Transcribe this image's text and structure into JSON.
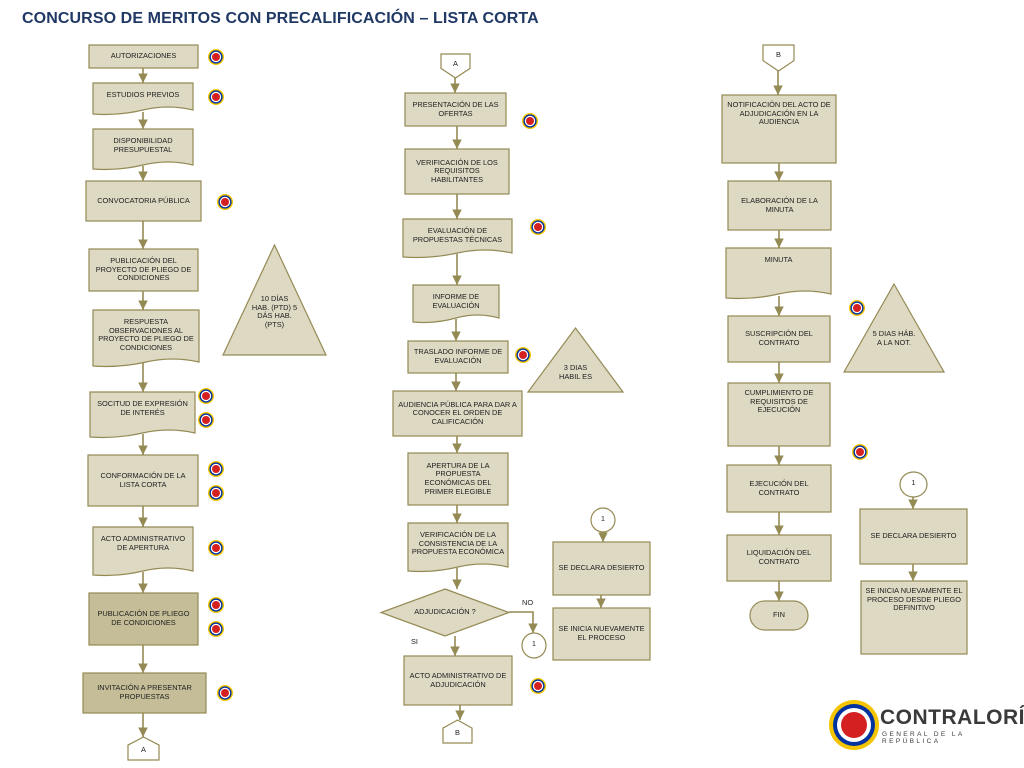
{
  "title": "CONCURSO DE MERITOS CON PRECALIFICACIÓN – LISTA CORTA",
  "colors": {
    "box_fill": "#ddd9c3",
    "box_fill_dark": "#c4bd97",
    "box_stroke": "#948a54",
    "connector": "#948a54",
    "title": "#1f3864",
    "icon_red": "#d42020",
    "icon_blue": "#0033a0",
    "icon_yellow": "#f5c400"
  },
  "icon": "red-circle-icon",
  "columns": [
    {
      "name": "column-1",
      "nodes": [
        {
          "id": "autorizaciones",
          "text": "AUTORIZACIONES"
        },
        {
          "id": "estudios-previos",
          "text": "ESTUDIOS PREVIOS"
        },
        {
          "id": "disponibilidad",
          "text": "DISPONIBILIDAD PRESUPUESTAL"
        },
        {
          "id": "convocatoria",
          "text": "CONVOCATORIA PÚBLICA"
        },
        {
          "id": "publicacion-proyecto",
          "text": "PUBLICACIÓN DEL PROYECTO DE PLIEGO DE CONDICIONES"
        },
        {
          "id": "respuesta-observaciones",
          "text": "RESPUESTA OBSERVACIONES AL PROYECTO DE PLIEGO DE CONDICIONES"
        },
        {
          "id": "solicitud-expresion",
          "text": "SOCITUD DE EXPRESIÓN DE INTERÉS"
        },
        {
          "id": "conformacion-lista",
          "text": "CONFORMACIÓN DE LA LISTA CORTA"
        },
        {
          "id": "acto-apertura",
          "text": "ACTO ADMINISTRATIVO DE APERTURA"
        },
        {
          "id": "publicacion-pliego",
          "text": "PUBLICACIÓN DE PLIEGO DE CONDICIONES"
        },
        {
          "id": "invitacion",
          "text": "INVITACIÓN A PRESENTAR PROPUESTAS"
        },
        {
          "id": "connector-a-out",
          "text": "A"
        }
      ],
      "note": {
        "id": "note-dias-1",
        "text": "10 DÍAS HAB. (PTD) 5 DÁS HAB. (PTS)"
      }
    },
    {
      "name": "column-2",
      "nodes": [
        {
          "id": "connector-a-in",
          "text": "A"
        },
        {
          "id": "presentacion-ofertas",
          "text": "PRESENTACIÓN DE LAS OFERTAS"
        },
        {
          "id": "verificacion-requisitos",
          "text": "VERIFICACIÓN DE LOS REQUISITOS HABILITANTES"
        },
        {
          "id": "evaluacion-tecnicas",
          "text": "EVALUACIÓN DE PROPUESTAS TÉCNICAS"
        },
        {
          "id": "informe-evaluacion",
          "text": "INFORME DE EVALUACIÓN"
        },
        {
          "id": "traslado-informe",
          "text": "TRASLADO INFORME DE EVALUACIÓN"
        },
        {
          "id": "audiencia-publica",
          "text": "AUDIENCIA PÚBLICA PARA DAR A CONOCER EL ORDEN DE CALIFICACIÓN"
        },
        {
          "id": "apertura-economica",
          "text": "APERTURA DE LA PROPUESTA ECONÓMICAS DEL PRIMER ELEGIBLE"
        },
        {
          "id": "verificacion-consistencia",
          "text": "VERIFICACIÓN DE LA CONSISTENCIA DE LA PROPUESTA ECONÓMICA"
        },
        {
          "id": "decision-adjudicacion",
          "text": "ADJUDICACIÓN ?"
        },
        {
          "id": "acto-adjudicacion",
          "text": "ACTO ADMINISTRATIVO DE ADJUDICACIÓN"
        },
        {
          "id": "connector-b-out",
          "text": "B"
        },
        {
          "id": "connector-1-in",
          "text": "1"
        },
        {
          "id": "declara-desierto-1",
          "text": "SE DECLARA DESIERTO"
        },
        {
          "id": "inicia-nuevamente-1",
          "text": "SE INICIA NUEVAMENTE EL PROCESO"
        },
        {
          "id": "connector-1-out",
          "text": "1"
        }
      ],
      "note": {
        "id": "note-dias-2",
        "text": "3 DIAS HABIL ES"
      },
      "labels": {
        "no": "NO",
        "si": "SI"
      }
    },
    {
      "name": "column-3",
      "nodes": [
        {
          "id": "connector-b-in",
          "text": "B"
        },
        {
          "id": "notificacion-acto",
          "text": "NOTIFICACIÓN DEL ACTO DE ADJUDICACIÓN EN LA AUDIENCIA"
        },
        {
          "id": "elaboracion-minuta",
          "text": "ELABORACIÓN DE LA MINUTA"
        },
        {
          "id": "minuta",
          "text": "MINUTA"
        },
        {
          "id": "suscripcion-contrato",
          "text": "SUSCRIPCIÓN DEL CONTRATO"
        },
        {
          "id": "cumplimiento-requisitos",
          "text": "CUMPLIMIENTO DE REQUISITOS DE EJECUCIÓN"
        },
        {
          "id": "ejecucion-contrato",
          "text": "EJECUCIÓN DEL CONTRATO"
        },
        {
          "id": "liquidacion-contrato",
          "text": "LIQUIDACIÓN DEL CONTRATO"
        },
        {
          "id": "fin",
          "text": "FIN"
        },
        {
          "id": "connector-1-in-b",
          "text": "1"
        },
        {
          "id": "declara-desierto-2",
          "text": "SE DECLARA DESIERTO"
        },
        {
          "id": "inicia-nuevamente-2",
          "text": "SE INICIA NUEVAMENTE EL PROCESO DESDE PLIEGO DEFINITIVO"
        }
      ],
      "note": {
        "id": "note-dias-3",
        "text": "5 DIAS HÁB. A LA NOT."
      }
    }
  ],
  "logo": {
    "name": "CONTRALORÍA",
    "subtitle": "GENERAL DE LA REPÚBLICA"
  }
}
